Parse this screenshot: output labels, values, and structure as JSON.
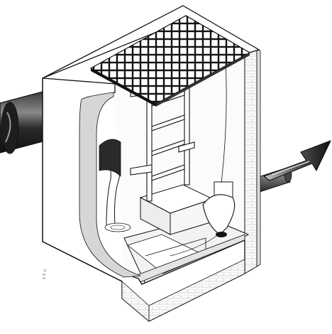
{
  "figure": {
    "margin_note": "S 5 ©",
    "components": [
      "inlet-pipe",
      "outlet-pipe",
      "flow-arrow",
      "grating",
      "ladder",
      "float-switch",
      "concrete-chamber",
      "inflow-stream"
    ]
  },
  "colors": {
    "line": "#111111",
    "pipe_dark": "#2a2a2a",
    "pipe_mid": "#6b6b6b",
    "pipe_light": "#b5b5b5",
    "wall_face": "#ffffff",
    "wall_shade": "#e9e9e9",
    "floor": "#f4f4f4"
  }
}
